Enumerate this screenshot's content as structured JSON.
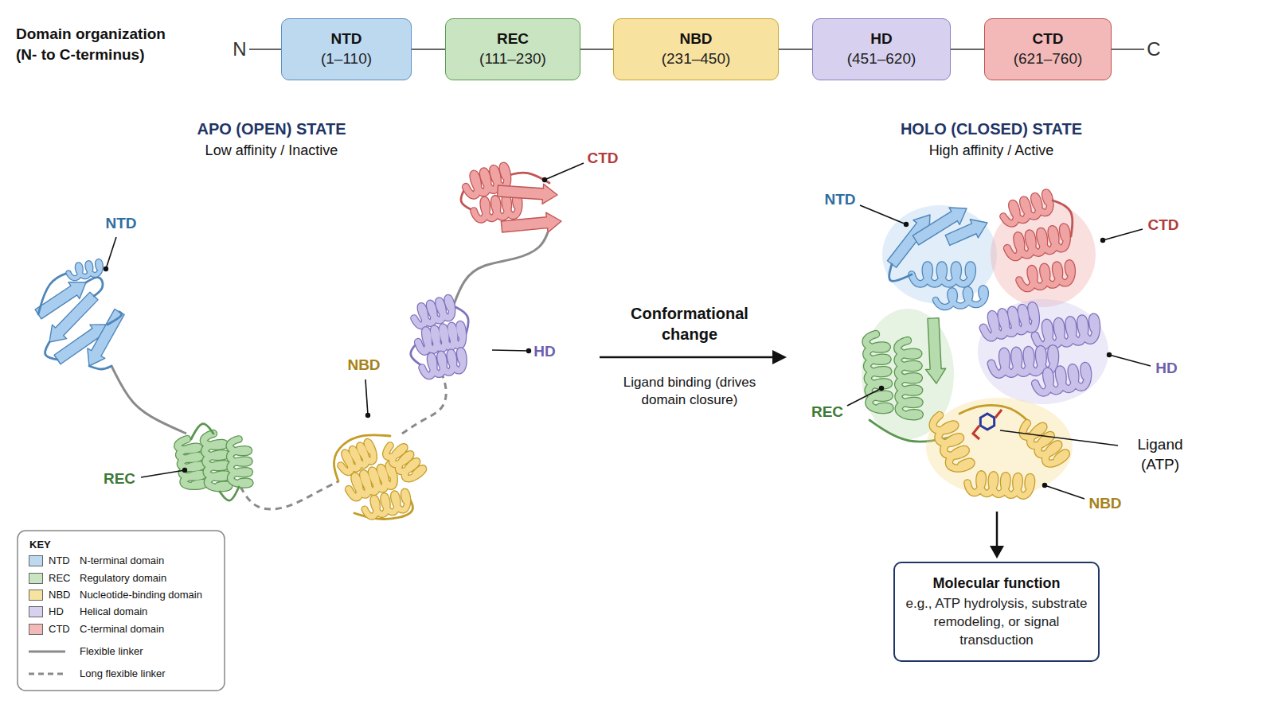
{
  "diagram": {
    "nodes": [
      {
        "text": [
          "NTD",
          "(1–110)"
        ]
      },
      {
        "text": [
          "REC",
          "(111–230)"
        ]
      },
      {
        "text": [
          "NBD",
          "(231–450)"
        ]
      },
      {
        "text": [
          "HD",
          "(451–620)"
        ]
      },
      {
        "text": [
          "CTD",
          "(621–760)"
        ]
      },
      {
        "text": [
          "Molecular function",
          "e.g., ATP hydrolysis, substrate remodeling, or signal transduction"
        ]
      }
    ],
    "edges": [
      {
        "from": 0,
        "to": 1,
        "arrow": "none"
      },
      {
        "from": 1,
        "to": 2,
        "arrow": "none"
      },
      {
        "from": 2,
        "to": 3,
        "arrow": "none"
      },
      {
        "from": 3,
        "to": 4,
        "arrow": "none"
      }
    ],
    "labels": [
      "Domain organization (N- to C-terminus)",
      "N",
      "C",
      "APO (OPEN) STATE",
      "Low affinity / Inactive",
      "NTD",
      "REC",
      "NBD",
      "HD",
      "CTD",
      "Conformational change",
      "Ligand binding (drives domain closure)",
      "HOLO (CLOSED) STATE",
      "High affinity / Active",
      "NTD",
      "CTD",
      "HD",
      "REC",
      "Ligand (ATP)",
      "NBD",
      "KEY",
      "NTD",
      "REC",
      "NBD",
      "HD",
      "CTD"
    ],
    "legend": [
      {
        "text": "N-terminal domain",
        "color": "#bcd9f0"
      },
      {
        "text": "Regulatory domain",
        "color": "#c9e4c1"
      },
      {
        "text": "Nucleotide-binding domain",
        "color": "#f8e2a0"
      },
      {
        "text": "Helical domain",
        "color": "#d7d1ef"
      },
      {
        "text": "C-terminal domain",
        "color": "#f3b9b9"
      },
      {
        "text": "Flexible linker"
      },
      {
        "text": "Long flexible linker"
      }
    ]
  }
}
